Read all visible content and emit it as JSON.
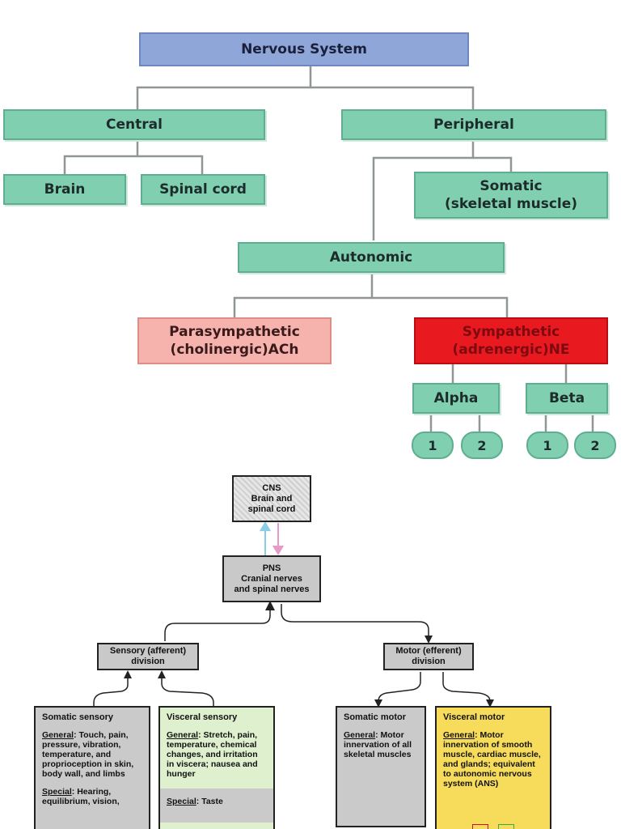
{
  "top": {
    "root": "Nervous System",
    "central": "Central",
    "peripheral": "Peripheral",
    "brain": "Brain",
    "spinal_cord": "Spinal cord",
    "somatic_line1": "Somatic",
    "somatic_line2": "(skeletal muscle)",
    "autonomic": "Autonomic",
    "para_line1": "Parasympathetic",
    "para_line2": "(cholinergic)ACh",
    "symp_line1": "Sympathetic",
    "symp_line2": "(adrenergic)NE",
    "alpha": "Alpha",
    "beta": "Beta",
    "alpha_1": "1",
    "alpha_2": "2",
    "beta_1": "1",
    "beta_2": "2"
  },
  "bottom": {
    "cns_1": "CNS",
    "cns_2": "Brain and",
    "cns_3": "spinal cord",
    "pns_1": "PNS",
    "pns_2": "Cranial nerves",
    "pns_3": "and spinal nerves",
    "sensory_1": "Sensory (afferent)",
    "sensory_2": "division",
    "motor_1": "Motor (efferent)",
    "motor_2": "division",
    "somatic_sensory": {
      "title": "Somatic sensory",
      "general_label": "General",
      "general_text": ": Touch, pain, pressure, vibration, temperature, and proprioception in skin, body wall, and limbs",
      "special_label": "Special",
      "special_text": ": Hearing, equilibrium, vision,"
    },
    "visceral_sensory": {
      "title": "Visceral sensory",
      "general_label": "General",
      "general_text": ": Stretch, pain, temperature, chemical changes, and irritation in viscera; nausea and hunger",
      "special_label": "Special",
      "special_text": ": Taste"
    },
    "somatic_motor": {
      "title": "Somatic motor",
      "general_label": "General",
      "general_text": ": Motor innervation of all skeletal muscles"
    },
    "visceral_motor": {
      "title": "Visceral motor",
      "general_label": "General",
      "general_text": ": Motor innervation of smooth muscle, cardiac muscle, and glands; equivalent to autonomic nervous system (ANS)"
    }
  },
  "colors": {
    "teal": "#7fcfb0",
    "blue": "#8fa6d8",
    "pink": "#f6b3ad",
    "red": "#e8191f",
    "grey": "#c9c9c9",
    "green_panel": "#dff0cf",
    "yellow_panel": "#f7dc5c",
    "arrow_blue": "#8ccde6",
    "arrow_pink": "#e79ac8"
  }
}
